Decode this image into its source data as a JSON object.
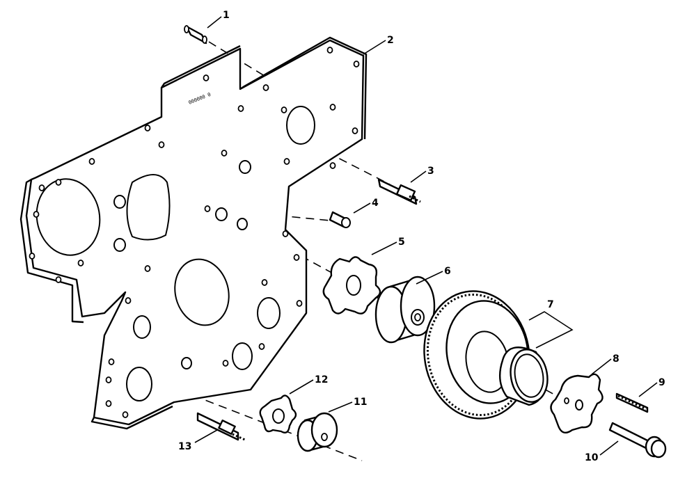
{
  "diagram": {
    "stamp_text": "000000 0",
    "callouts": [
      {
        "id": "1",
        "label": "1"
      },
      {
        "id": "2",
        "label": "2"
      },
      {
        "id": "3",
        "label": "3"
      },
      {
        "id": "4",
        "label": "4"
      },
      {
        "id": "5",
        "label": "5"
      },
      {
        "id": "6",
        "label": "6"
      },
      {
        "id": "7",
        "label": "7"
      },
      {
        "id": "8",
        "label": "8"
      },
      {
        "id": "9",
        "label": "9"
      },
      {
        "id": "10",
        "label": "10"
      },
      {
        "id": "11",
        "label": "11"
      },
      {
        "id": "12",
        "label": "12"
      },
      {
        "id": "13",
        "label": "13"
      }
    ]
  }
}
